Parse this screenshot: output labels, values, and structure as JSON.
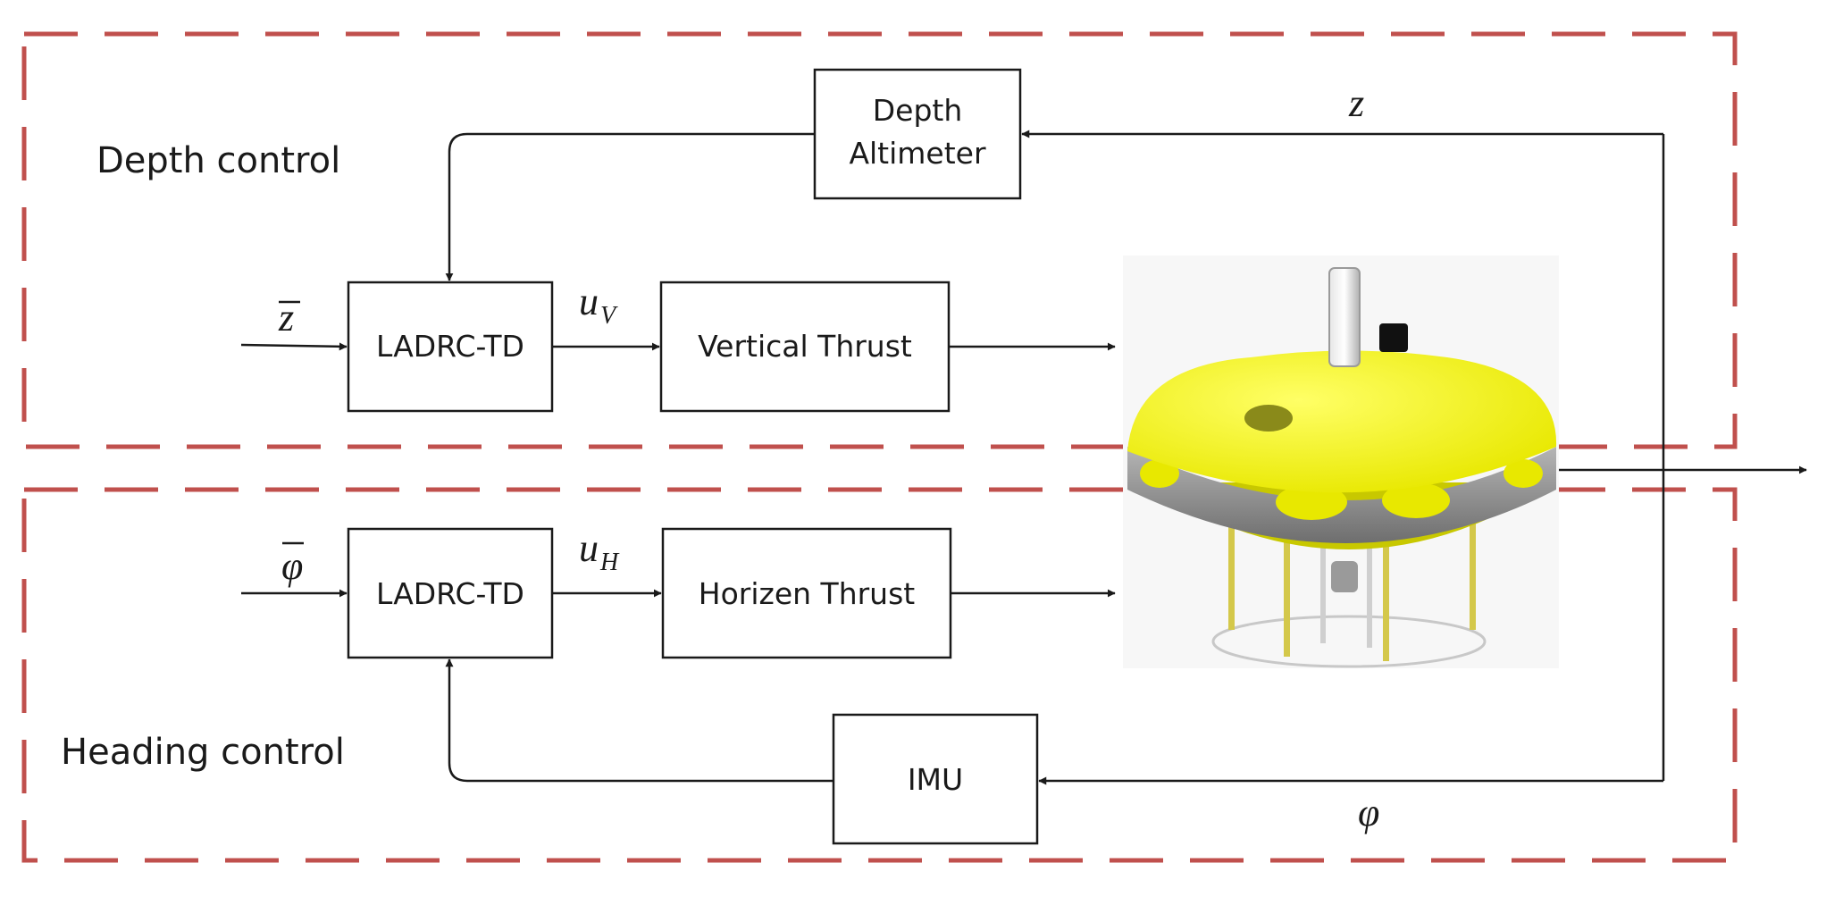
{
  "groups": {
    "depth_label": "Depth control",
    "heading_label": "Heading control"
  },
  "blocks": {
    "depth_altimeter_line1": "Depth",
    "depth_altimeter_line2": "Altimeter",
    "ladrc_depth": "LADRC-TD",
    "vertical_thrust": "Vertical Thrust",
    "ladrc_heading": "LADRC-TD",
    "horizen_thrust": "Horizen Thrust",
    "imu": "IMU"
  },
  "signals": {
    "z_feedback": "z",
    "z_ref": "z",
    "u_v_main": "u",
    "u_v_sub": "V",
    "u_h_main": "u",
    "u_h_sub": "H",
    "phi_ref": "φ",
    "phi_feedback": "φ"
  },
  "colors": {
    "group_border": "#c0504d",
    "vehicle_body": "#ffff00",
    "vehicle_ring": "#8c8c8c",
    "leg": "#d4c84a"
  },
  "icons": {
    "vehicle": "underwater-vehicle-image"
  }
}
